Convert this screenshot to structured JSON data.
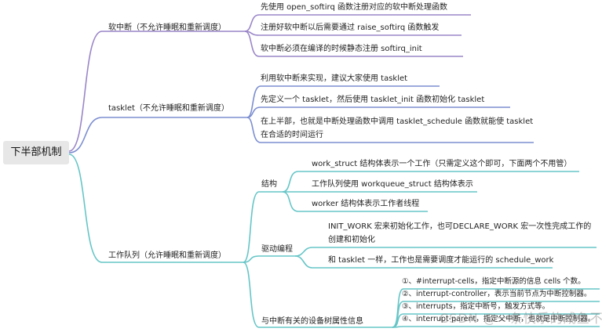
{
  "root": {
    "label": "下半部机制"
  },
  "softirq": {
    "label": "软中断（不允许睡眠和重新调度）",
    "items": [
      "先使用 open_softirq 函数注册对应的软中断处理函数",
      "注册好软中断以后需要通过 raise_softirq 函数触发",
      "软中断必须在编译的时候静态注册 softirq_init"
    ]
  },
  "tasklet": {
    "label": "tasklet（不允许睡眠和重新调度）",
    "items": [
      "利用软中断来实现，建议大家使用 tasklet",
      "先定义一个 tasklet，然后使用 tasklet_init 函数初始化 tasklet",
      "在上半部，也就是中断处理函数中调用 tasklet_schedule 函数就能使 tasklet",
      "在合适的时间运行"
    ]
  },
  "workqueue": {
    "label": "工作队列（允许睡眠和重新调度）",
    "structure": {
      "label": "结构",
      "items": [
        "work_struct 结构体表示一个工作（只需定义这个即可，下面两个不用管）",
        "工作队列使用 workqueue_struct 结构体表示",
        "worker 结构体表示工作者线程"
      ]
    },
    "driver": {
      "label": "驱动编程",
      "items": [
        "INIT_WORK 宏来初始化工作，也可DECLARE_WORK 宏一次性完成工作的",
        "创建和初始化",
        "和 tasklet 一样，工作也是需要调度才能运行的 schedule_work"
      ]
    },
    "devicetree": {
      "label": "与中断有关的设备树属性信息",
      "items": [
        "①、#interrupt-cells，指定中断源的信息 cells 个数。",
        "②、interrupt-controller，表示当前节点为中断控制器。",
        "③、interrupts，指定中断号，触发方式等。",
        "④、interrupt-parent，指定父中断，也就是中断控制器。"
      ]
    }
  },
  "watermark": "CSDN @一条快乐的咸鱼不好吃",
  "colors": {
    "purple": "#9a86c8",
    "blue": "#7c8ed0",
    "teal": "#66c5c7"
  }
}
